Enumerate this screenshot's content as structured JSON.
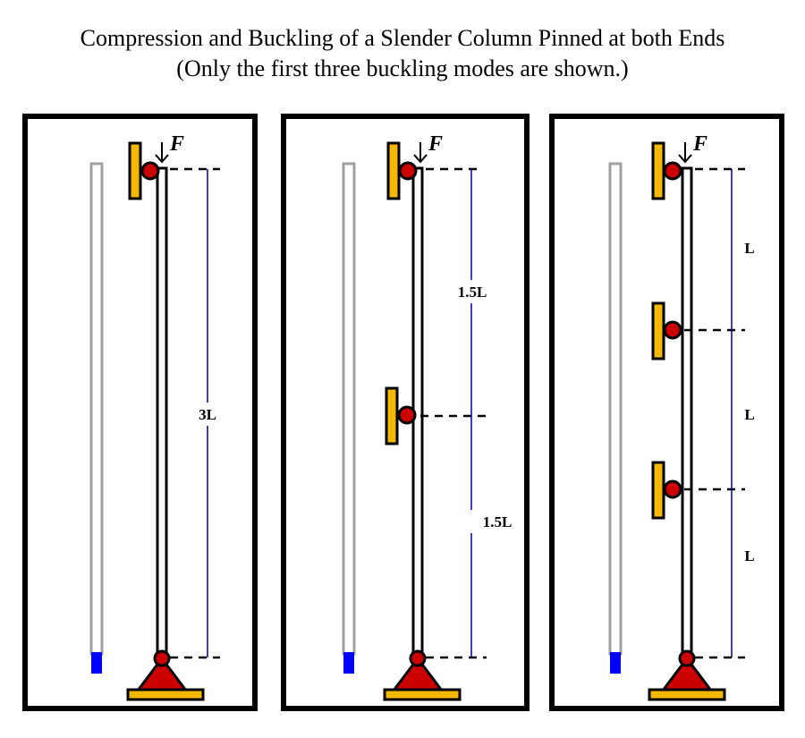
{
  "title": {
    "line1": "Compression and Buckling of a Slender Column Pinned at both Ends",
    "line2": "(Only the first three buckling modes are shown.)"
  },
  "panels": [
    {
      "force_label": "F",
      "segment_labels": [
        "3L"
      ]
    },
    {
      "force_label": "F",
      "segment_labels": [
        "1.5L",
        "1.5L"
      ]
    },
    {
      "force_label": "F",
      "segment_labels": [
        "L",
        "L",
        "L"
      ]
    }
  ],
  "colors": {
    "frame": "#000000",
    "column_fill": "#ffffff",
    "pin": "#cc0000",
    "support": "#f5b800",
    "reference_bar": "#a0a0a0",
    "indicator": "#0000ff",
    "dimension_line": "#0000aa"
  }
}
